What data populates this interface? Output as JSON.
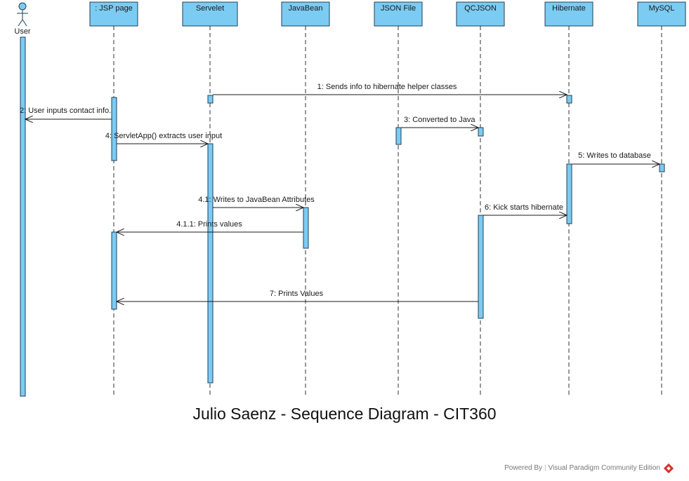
{
  "diagram": {
    "title": "Julio Saenz - Sequence Diagram - CIT360",
    "actor": {
      "label": "User"
    },
    "lifelines": [
      {
        "id": "jsp",
        "label": ": JSP page"
      },
      {
        "id": "servlet",
        "label": "Servelet"
      },
      {
        "id": "javabean",
        "label": "JavaBean"
      },
      {
        "id": "json",
        "label": "JSON File"
      },
      {
        "id": "qcjson",
        "label": "QCJSON"
      },
      {
        "id": "hibernate",
        "label": "Hibernate"
      },
      {
        "id": "mysql",
        "label": "MySQL"
      }
    ],
    "messages": [
      {
        "label": "1: Sends info to hibernate helper classes",
        "from": "servlet",
        "to": "hibernate"
      },
      {
        "label": "2: User inputs contact info.",
        "from": "jsp",
        "to": "user"
      },
      {
        "label": "3: Converted to Java",
        "from": "json",
        "to": "qcjson"
      },
      {
        "label": "4: ServletApp() extracts user input",
        "from": "jsp",
        "to": "servlet"
      },
      {
        "label": "5: Writes to database",
        "from": "hibernate",
        "to": "mysql"
      },
      {
        "label": "4.1: Writes to JavaBean Attributes",
        "from": "servlet",
        "to": "javabean"
      },
      {
        "label": "6: Kick starts hibernate",
        "from": "qcjson",
        "to": "hibernate"
      },
      {
        "label": "4.1.1: Prints values",
        "from": "javabean",
        "to": "jsp"
      },
      {
        "label": "7: Prints Values",
        "from": "qcjson",
        "to": "jsp"
      }
    ]
  },
  "footer": {
    "powered_by": "Powered By",
    "product": "Visual Paradigm Community Edition"
  },
  "colors": {
    "box_fill": "#7ccbf2",
    "box_stroke": "#1f3f5a",
    "line": "#1a1a1a"
  }
}
